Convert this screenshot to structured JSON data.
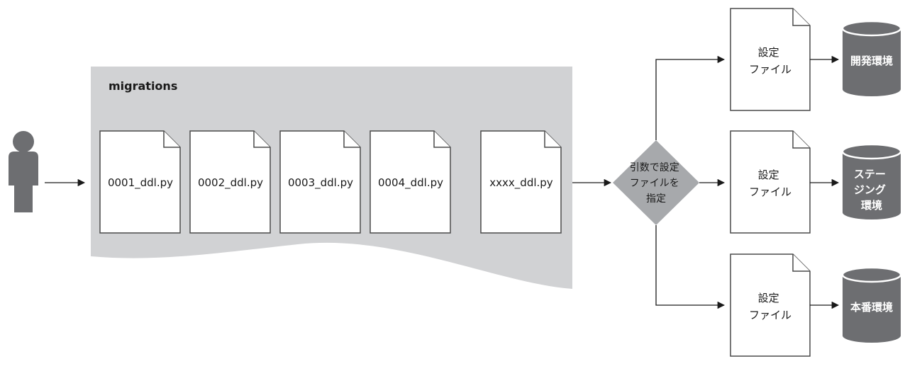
{
  "folder": {
    "label": "migrations"
  },
  "migration_files": [
    {
      "name": "0001_ddl.py"
    },
    {
      "name": "0002_ddl.py"
    },
    {
      "name": "0003_ddl.py"
    },
    {
      "name": "0004_ddl.py"
    },
    {
      "name": "xxxx_ddl.py"
    }
  ],
  "decision": {
    "lines": [
      "引数で設定",
      "ファイルを",
      "指定"
    ]
  },
  "config_files": [
    {
      "lines": [
        "設定",
        "ファイル"
      ]
    },
    {
      "lines": [
        "設定",
        "ファイル"
      ]
    },
    {
      "lines": [
        "設定",
        "ファイル"
      ]
    }
  ],
  "databases": [
    {
      "lines": [
        "開発環境"
      ]
    },
    {
      "lines": [
        "ステー",
        "ジング",
        "環境"
      ]
    },
    {
      "lines": [
        "本番環境"
      ]
    }
  ],
  "colors": {
    "folder_fill": "#d1d2d4",
    "database_fill": "#6d6e71",
    "decision_fill": "#a7a9ac",
    "user_fill": "#6d6e71"
  }
}
